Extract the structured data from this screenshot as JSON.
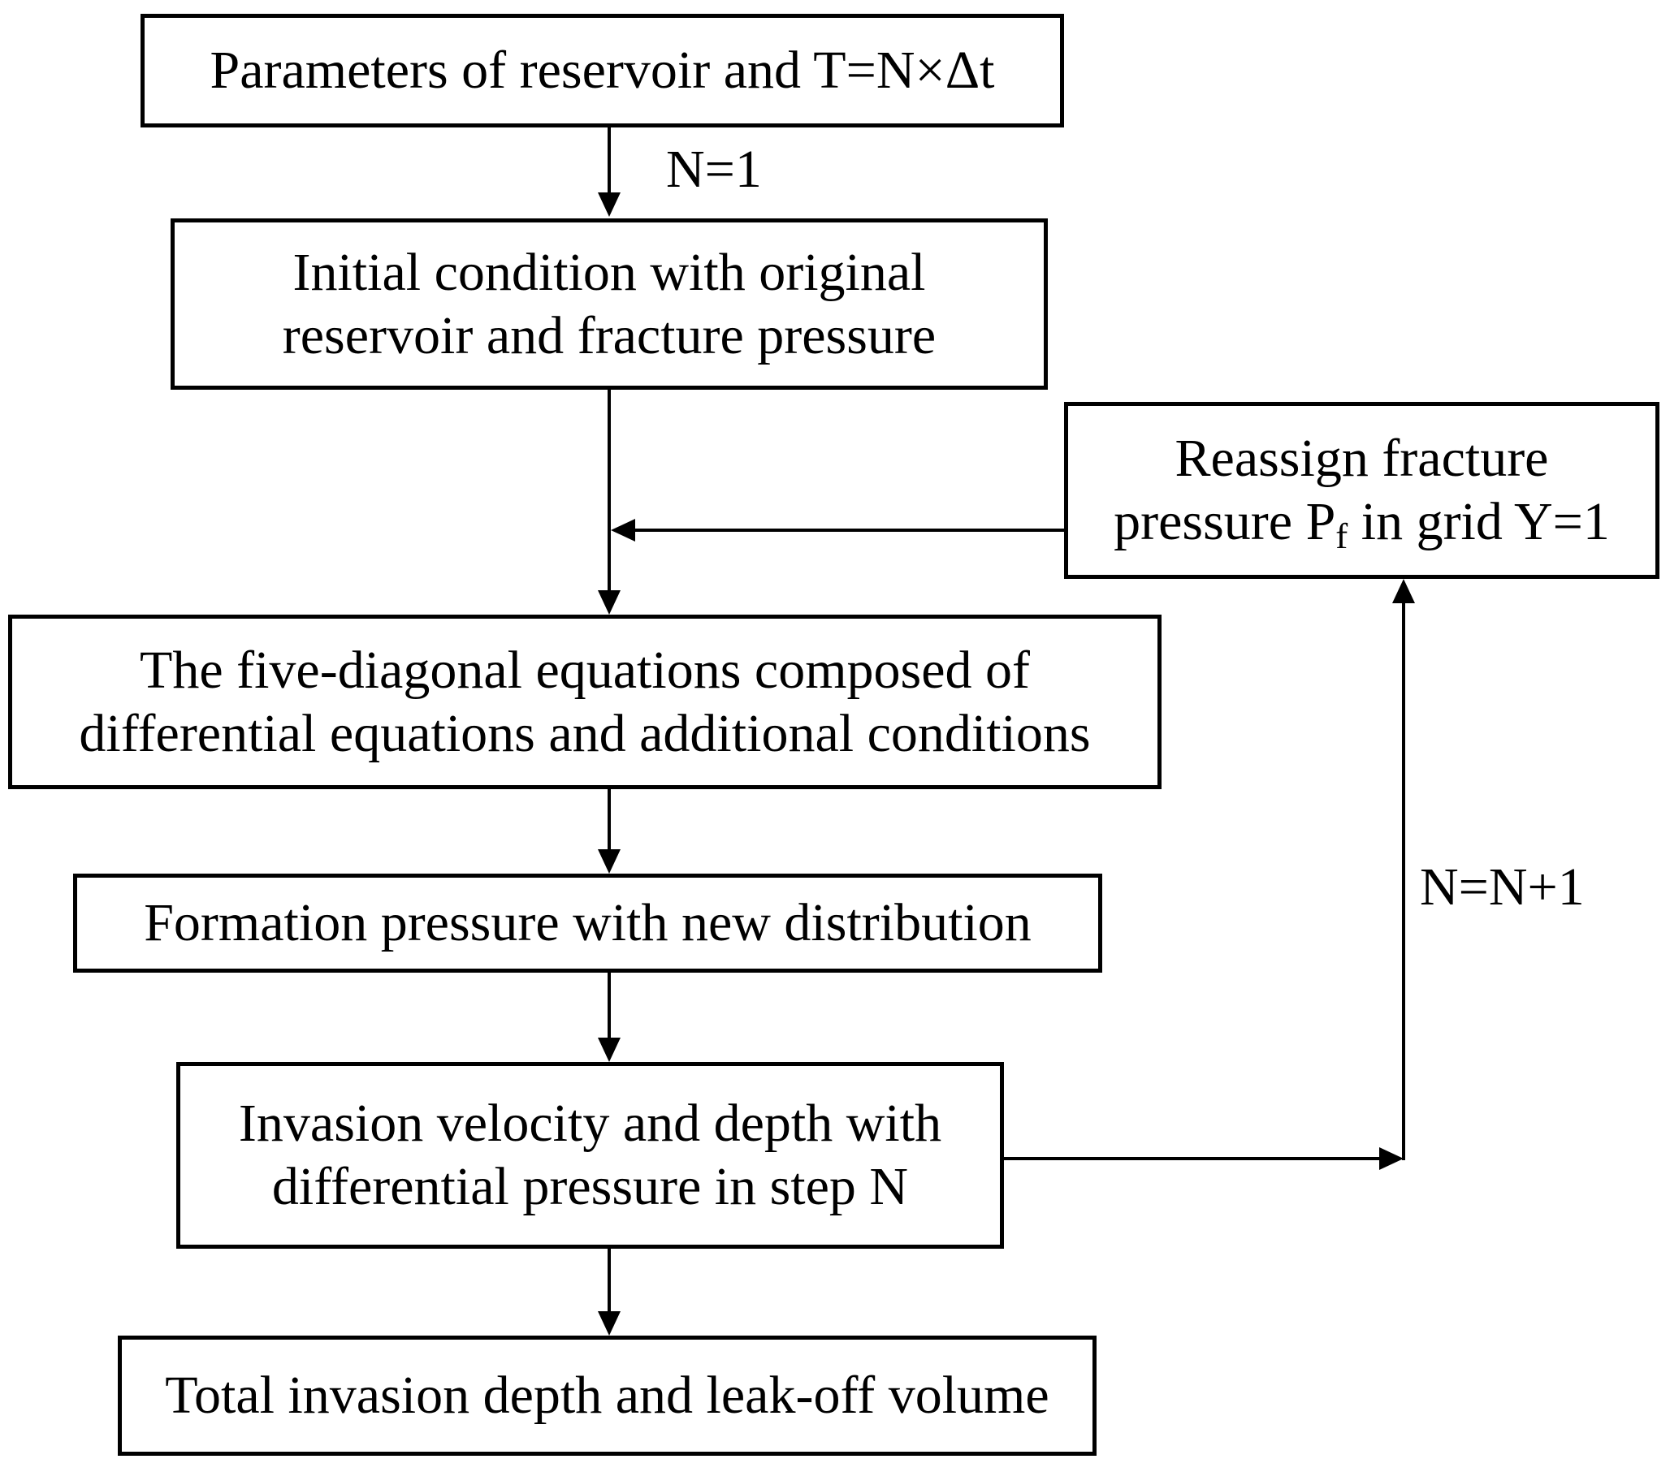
{
  "flowchart": {
    "background_color": "#ffffff",
    "line_color": "#000000",
    "text_color": "#000000",
    "nodes": {
      "params": {
        "label": "Parameters of reservoir and T=N×Δt"
      },
      "initial": {
        "lines": [
          "Initial condition with original",
          "reservoir and fracture pressure"
        ]
      },
      "reassign": {
        "line1": "Reassign fracture",
        "line2_pre": "pressure P",
        "line2_sub": "f",
        "line2_post": " in grid Y=1"
      },
      "five_diagonal": {
        "lines": [
          "The five-diagonal equations composed of",
          "differential equations and additional conditions"
        ]
      },
      "formation": {
        "label": "Formation pressure with new distribution"
      },
      "invasion": {
        "lines": [
          "Invasion velocity and depth with",
          "differential pressure in step N"
        ]
      },
      "total": {
        "label": "Total invasion depth and leak-off volume"
      }
    },
    "edge_labels": {
      "init": "N=1",
      "increment": "N=N+1"
    }
  }
}
